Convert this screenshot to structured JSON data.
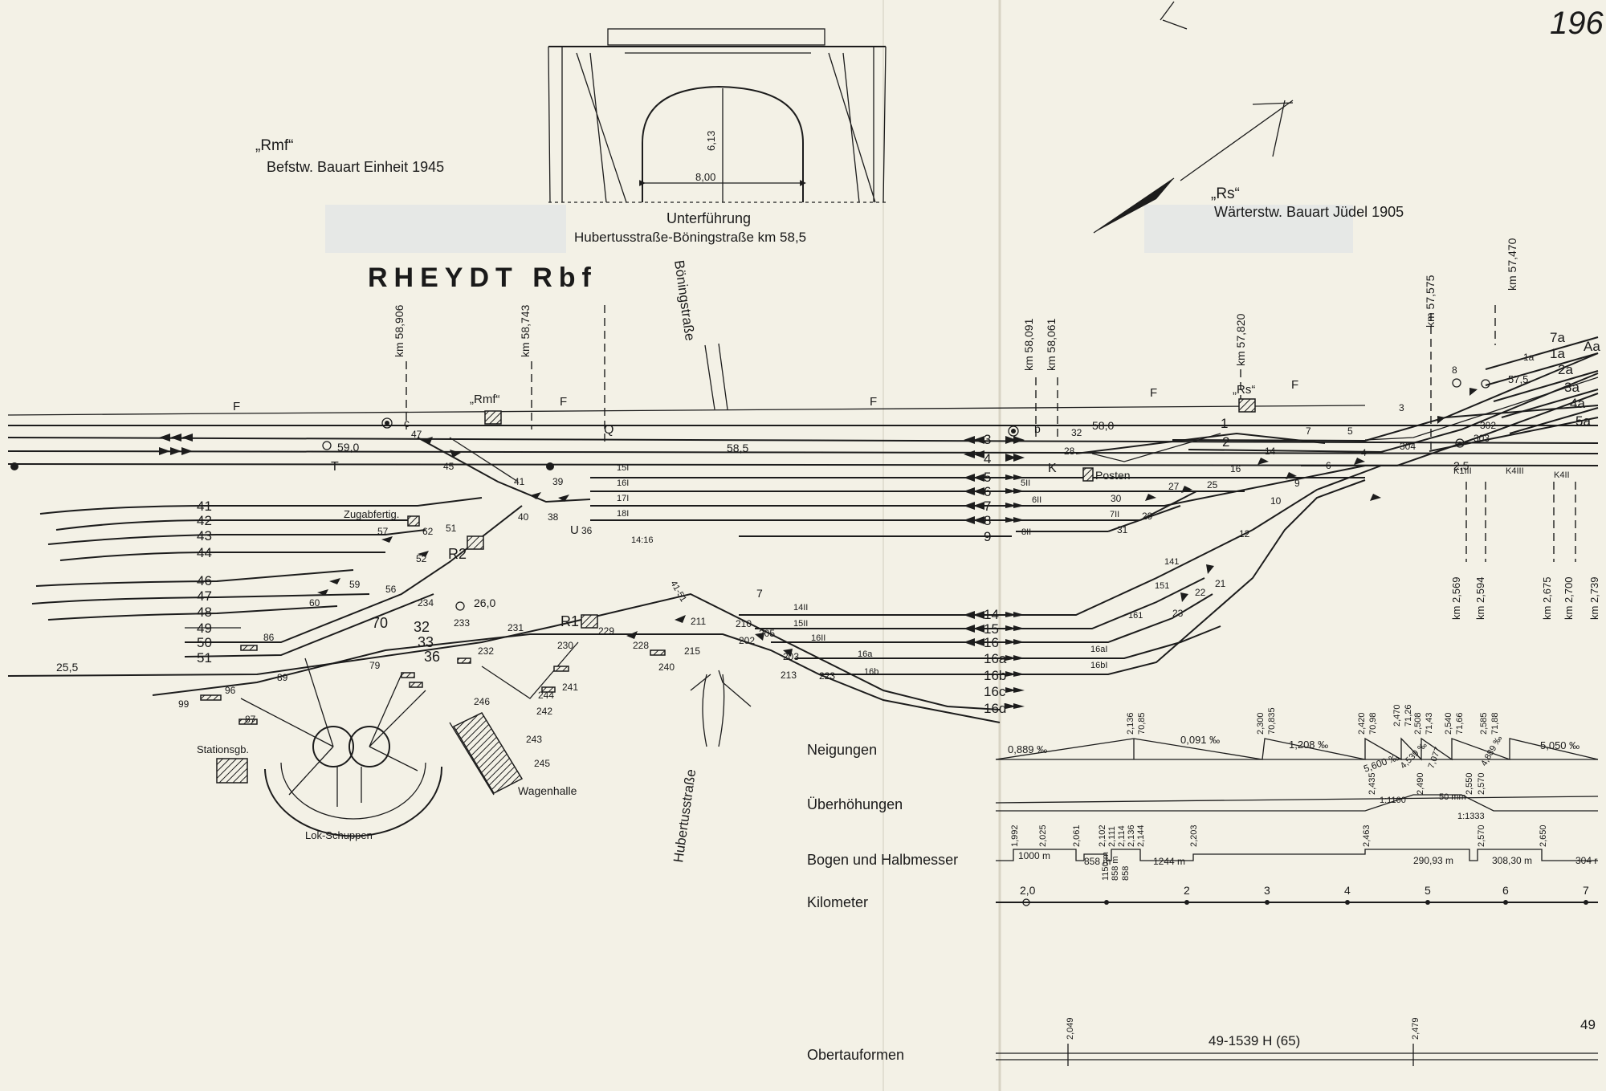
{
  "header": {
    "station": "RHEYDT Rbf",
    "page_no": "196",
    "rmf_name": "„Rmf“",
    "rmf_desc": "Befstw. Bauart Einheit 1945",
    "rs_name": "„Rs“",
    "rs_desc": "Wärterstw. Bauart Jüdel 1905",
    "bridge_title": "Unterführung",
    "bridge_sub": "Hubertusstraße-Böningstraße km 58,5",
    "bridge_w": "8,00",
    "bridge_h": "6,13"
  },
  "streets": {
    "boeningstr": "Böningstraße",
    "hubertusstr": "Hubertusstraße"
  },
  "km_markers": [
    {
      "label": "km 58,906"
    },
    {
      "label": "km 58,743"
    },
    {
      "label": "km 58,091"
    },
    {
      "label": "km 58,061"
    },
    {
      "label": "km 57,820"
    },
    {
      "label": "km 57,575"
    },
    {
      "label": "km 57,470"
    }
  ],
  "km_markers_low": [
    {
      "label": "km 2,569"
    },
    {
      "label": "km 2,594"
    },
    {
      "label": "km 2,675"
    },
    {
      "label": "km 2,700"
    },
    {
      "label": "km 2,739"
    }
  ],
  "buildings": {
    "rmf": "„Rmf“",
    "rs": "„Rs“",
    "posten": "Posten",
    "zugabfertig": "Zugabfertig.",
    "stationsgb": "Stationsgb.",
    "lokschuppen": "Lok-Schuppen",
    "wagenhalle": "Wagenhalle"
  },
  "left_tracks": [
    "41",
    "42",
    "43",
    "44",
    "46",
    "47",
    "48",
    "49",
    "50",
    "51"
  ],
  "middle_tracks": [
    "3",
    "4",
    "5",
    "6",
    "7",
    "8",
    "9"
  ],
  "lower_tracks": [
    "14",
    "15",
    "16",
    "16a",
    "16b",
    "16c",
    "16d"
  ],
  "right_tracks": [
    "7a",
    "1a",
    "2a",
    "3a",
    "4a",
    "5a",
    "Aa"
  ],
  "misc_labels": {
    "f": "F",
    "q": "Q",
    "t": "T",
    "k": "K",
    "c": "c",
    "b": "b",
    "l": "7",
    "r1": "R1",
    "r2": "R2",
    "u": "U",
    "k59": "59,0",
    "k585": "58,5",
    "k580": "58,0",
    "k260": "26,0",
    "k255": "25,5",
    "k25": "2,5",
    "k575": "57,5",
    "n70": "70",
    "n32": "32",
    "n33": "33",
    "n36": "36",
    "n1": "1",
    "n2": "2"
  },
  "switches_left": [
    "47",
    "45",
    "41",
    "39",
    "40",
    "38",
    "36",
    "57",
    "62",
    "51",
    "52",
    "60",
    "59",
    "56",
    "234",
    "233",
    "231",
    "229",
    "230",
    "228",
    "232",
    "79",
    "89",
    "86",
    "96",
    "99",
    "87",
    "246",
    "244",
    "242",
    "241",
    "243",
    "245",
    "215",
    "240",
    "211"
  ],
  "switches_mid": [
    "210",
    "205",
    "202",
    "203",
    "223",
    "213"
  ],
  "switches_right": [
    "32",
    "28",
    "14",
    "7",
    "5",
    "4",
    "304",
    "16",
    "25",
    "27",
    "9",
    "6",
    "10",
    "30",
    "29",
    "31",
    "12",
    "21",
    "22",
    "23",
    "8",
    "3",
    "302",
    "303",
    "1a"
  ],
  "signals": [
    "15I",
    "16I",
    "17I",
    "18I",
    "14:16",
    "41-51",
    "14II",
    "15II",
    "16II",
    "16a",
    "16b",
    "5II",
    "6II",
    "7II",
    "8II",
    "151",
    "141",
    "161",
    "16aI",
    "16bI",
    "K1III",
    "K4III",
    "K4II"
  ],
  "profile": {
    "rows": [
      "Neigungen",
      "Überhöhungen",
      "Bogen und Halbmesser",
      "Kilometer",
      "Obertauformen"
    ],
    "neigungen": [
      "0,889 ‰",
      "0,091 ‰",
      "1,208 ‰",
      "5,600 ‰",
      "4,539 ‰",
      "7,077",
      "4,889 ‰",
      "5,050 ‰"
    ],
    "neig_pts": [
      "2,136",
      "70,85",
      "2,300",
      "70,835",
      "2,420",
      "70,98",
      "2,470",
      "71,26",
      "2,508",
      "71,43",
      "2,540",
      "71,66",
      "2,585",
      "71,88"
    ],
    "ueberh": [
      "2,435",
      "2,490",
      "2,550",
      "2,570",
      "1:1100",
      "50 mm",
      "1:1333"
    ],
    "bogen_pts": [
      "1,992",
      "2,025",
      "2,061",
      "2,102",
      "2,111",
      "2,114",
      "2,136",
      "2,144",
      "2,203",
      "2,463",
      "2,570",
      "2,650"
    ],
    "bogen": [
      "1000 m",
      "858 m",
      "1150 m",
      "858 m",
      "858",
      "1244 m",
      "290,93 m",
      "308,30 m",
      "304 r"
    ],
    "km_ticks": [
      "2,0",
      "2",
      "3",
      "4",
      "5",
      "6",
      "7"
    ],
    "ober_pts": [
      "2,049",
      "2,479"
    ],
    "ober_label": "49-1539 H (65)",
    "ober_end": "49"
  }
}
